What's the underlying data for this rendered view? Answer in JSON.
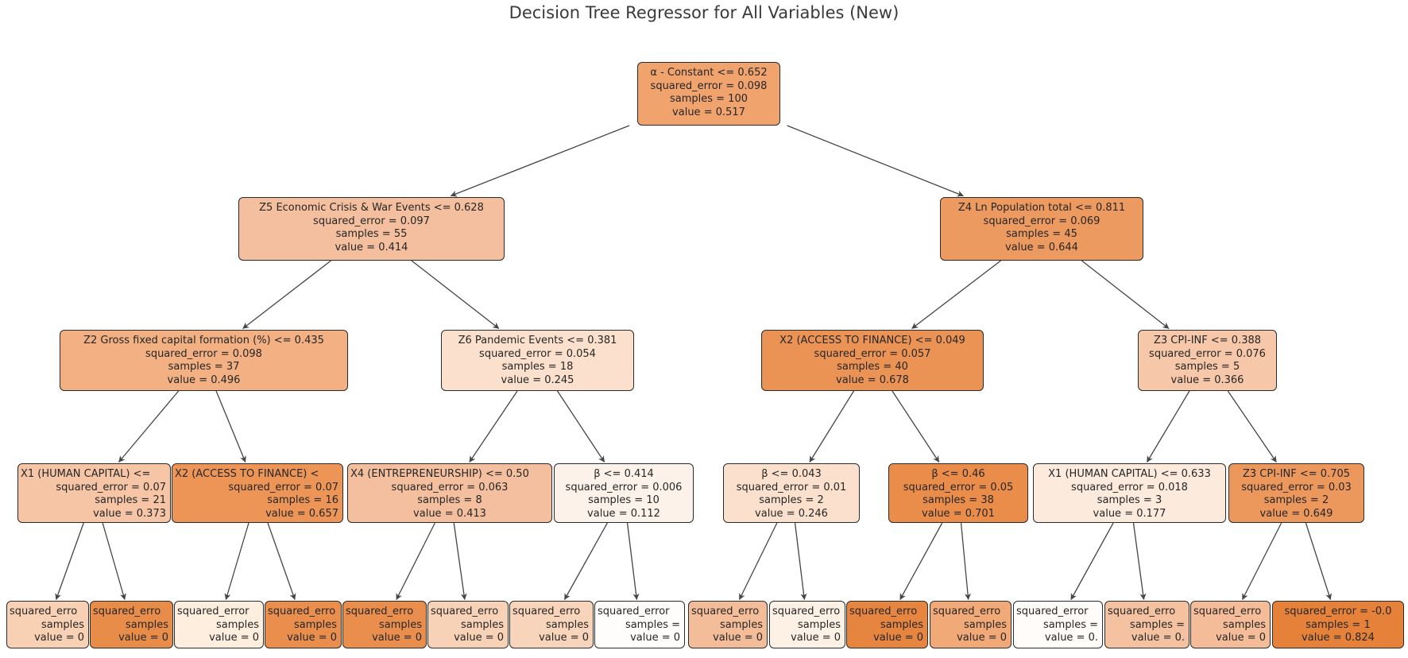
{
  "title": "Decision Tree Regressor for All Variables (New)",
  "colors": {
    "background": "#ffffff",
    "node_border": "#2b2b2b",
    "edge_arrow": "#454545",
    "text": "#262626",
    "max_value_orange": "#e58139"
  },
  "nodes": {
    "root": {
      "lines": [
        "α - Constant <= 0.652",
        "squared_error = 0.098",
        "samples = 100",
        "value = 0.517"
      ],
      "color": "#f1a36e"
    },
    "n2a": {
      "lines": [
        "Z5 Economic Crisis & War Events <= 0.628",
        "squared_error = 0.097",
        "samples = 55",
        "value = 0.414"
      ],
      "color": "#f4bf9e"
    },
    "n2b": {
      "lines": [
        "Z4 Ln Population total <= 0.811",
        "squared_error = 0.069",
        "samples = 45",
        "value = 0.644"
      ],
      "color": "#ec9a5f"
    },
    "n3a": {
      "lines": [
        "Z2 Gross fixed capital formation (%) <= 0.435",
        "squared_error = 0.098",
        "samples = 37",
        "value = 0.496"
      ],
      "color": "#f2b083"
    },
    "n3b": {
      "lines": [
        "Z6 Pandemic Events <= 0.381",
        "squared_error = 0.054",
        "samples = 18",
        "value = 0.245"
      ],
      "color": "#fae0cd"
    },
    "n3c": {
      "lines": [
        "X2 (ACCESS TO FINANCE) <= 0.049",
        "squared_error = 0.057",
        "samples = 40",
        "value = 0.678"
      ],
      "color": "#eb9355"
    },
    "n3d": {
      "lines": [
        "Z3 CPI-INF <= 0.388",
        "squared_error = 0.076",
        "samples = 5",
        "value = 0.366"
      ],
      "color": "#f6c7a9"
    },
    "n4a": {
      "lines": [
        "X1 (HUMAN CAPITAL) <=",
        "squared_error = 0.07",
        "samples = 21",
        "value = 0.373"
      ],
      "color": "#f6c5a6"
    },
    "n4b": {
      "lines": [
        "X2 (ACCESS TO FINANCE) <",
        "squared_error = 0.07",
        "samples = 16",
        "value = 0.657"
      ],
      "color": "#ec9557"
    },
    "n4c": {
      "lines": [
        "X4 (ENTREPRENEURSHIP) <= 0.50",
        "squared_error = 0.063",
        "samples = 8",
        "value = 0.413"
      ],
      "color": "#f4bf9e"
    },
    "n4d": {
      "lines": [
        "β <= 0.414",
        "squared_error = 0.006",
        "samples = 10",
        "value = 0.112"
      ],
      "color": "#fdf2ea"
    },
    "n4e": {
      "lines": [
        "β <= 0.043",
        "squared_error = 0.01",
        "samples = 2",
        "value = 0.246"
      ],
      "color": "#fae0cd"
    },
    "n4f": {
      "lines": [
        "β <= 0.46",
        "squared_error = 0.05",
        "samples = 38",
        "value = 0.701"
      ],
      "color": "#ea8d4b"
    },
    "n4g": {
      "lines": [
        "X1 (HUMAN CAPITAL) <= 0.633",
        "squared_error = 0.018",
        "samples = 3",
        "value = 0.177"
      ],
      "color": "#fceadd"
    },
    "n4h": {
      "lines": [
        "Z3 CPI-INF <= 0.705",
        "squared_error = 0.03",
        "samples = 2",
        "value = 0.649"
      ],
      "color": "#ec985c"
    },
    "l01": {
      "lines": [
        "squared_erro",
        "samples",
        "value = 0"
      ],
      "color": "#f8d0b3"
    },
    "l02": {
      "lines": [
        "squared_erro",
        "samples",
        "value = 0"
      ],
      "color": "#e88c49"
    },
    "l03": {
      "lines": [
        "squared_error",
        "samples",
        "value = 0"
      ],
      "color": "#fdeede"
    },
    "l04": {
      "lines": [
        "squared_erro",
        "samples",
        "value = 0"
      ],
      "color": "#e98e4d"
    },
    "l05": {
      "lines": [
        "squared_erro",
        "samples",
        "value = 0"
      ],
      "color": "#e98e4d"
    },
    "l06": {
      "lines": [
        "squared_erro",
        "samples",
        "value = 0"
      ],
      "color": "#f8d2b6"
    },
    "l07": {
      "lines": [
        "squared_erro",
        "samples",
        "value = 0"
      ],
      "color": "#f8d4ba"
    },
    "l08": {
      "lines": [
        "squared_error",
        "samples =",
        "value = 0"
      ],
      "color": "#fffdfb"
    },
    "l09": {
      "lines": [
        "squared_erro",
        "samples",
        "value = 0"
      ],
      "color": "#f4bd9a"
    },
    "l10": {
      "lines": [
        "squared_erro",
        "samples",
        "value = 0"
      ],
      "color": "#fdf0e4"
    },
    "l11": {
      "lines": [
        "squared_erro",
        "samples",
        "value = 0"
      ],
      "color": "#e6853f"
    },
    "l12": {
      "lines": [
        "squared_erro",
        "samples",
        "value = 0"
      ],
      "color": "#f1a977"
    },
    "l13": {
      "lines": [
        "squared_error",
        "samples =",
        "value = 0."
      ],
      "color": "#fffcfa"
    },
    "l14": {
      "lines": [
        "squared_erro",
        "samples =",
        "value = 0."
      ],
      "color": "#f5c2a1"
    },
    "l15": {
      "lines": [
        "squared_erro",
        "samples",
        "value = 0"
      ],
      "color": "#f4bc98"
    },
    "l16": {
      "lines": [
        "squared_error = -0.0",
        "samples = 1",
        "value = 0.824"
      ],
      "color": "#e58139"
    }
  },
  "edges": [
    [
      "root",
      "n2a"
    ],
    [
      "root",
      "n2b"
    ],
    [
      "n2a",
      "n3a"
    ],
    [
      "n2a",
      "n3b"
    ],
    [
      "n2b",
      "n3c"
    ],
    [
      "n2b",
      "n3d"
    ],
    [
      "n3a",
      "n4a"
    ],
    [
      "n3a",
      "n4b"
    ],
    [
      "n3b",
      "n4c"
    ],
    [
      "n3b",
      "n4d"
    ],
    [
      "n3c",
      "n4e"
    ],
    [
      "n3c",
      "n4f"
    ],
    [
      "n3d",
      "n4g"
    ],
    [
      "n3d",
      "n4h"
    ],
    [
      "n4a",
      "l01"
    ],
    [
      "n4a",
      "l02"
    ],
    [
      "n4b",
      "l03"
    ],
    [
      "n4b",
      "l04"
    ],
    [
      "n4c",
      "l05"
    ],
    [
      "n4c",
      "l06"
    ],
    [
      "n4d",
      "l07"
    ],
    [
      "n4d",
      "l08"
    ],
    [
      "n4e",
      "l09"
    ],
    [
      "n4e",
      "l10"
    ],
    [
      "n4f",
      "l11"
    ],
    [
      "n4f",
      "l12"
    ],
    [
      "n4g",
      "l13"
    ],
    [
      "n4g",
      "l14"
    ],
    [
      "n4h",
      "l15"
    ],
    [
      "n4h",
      "l16"
    ]
  ]
}
